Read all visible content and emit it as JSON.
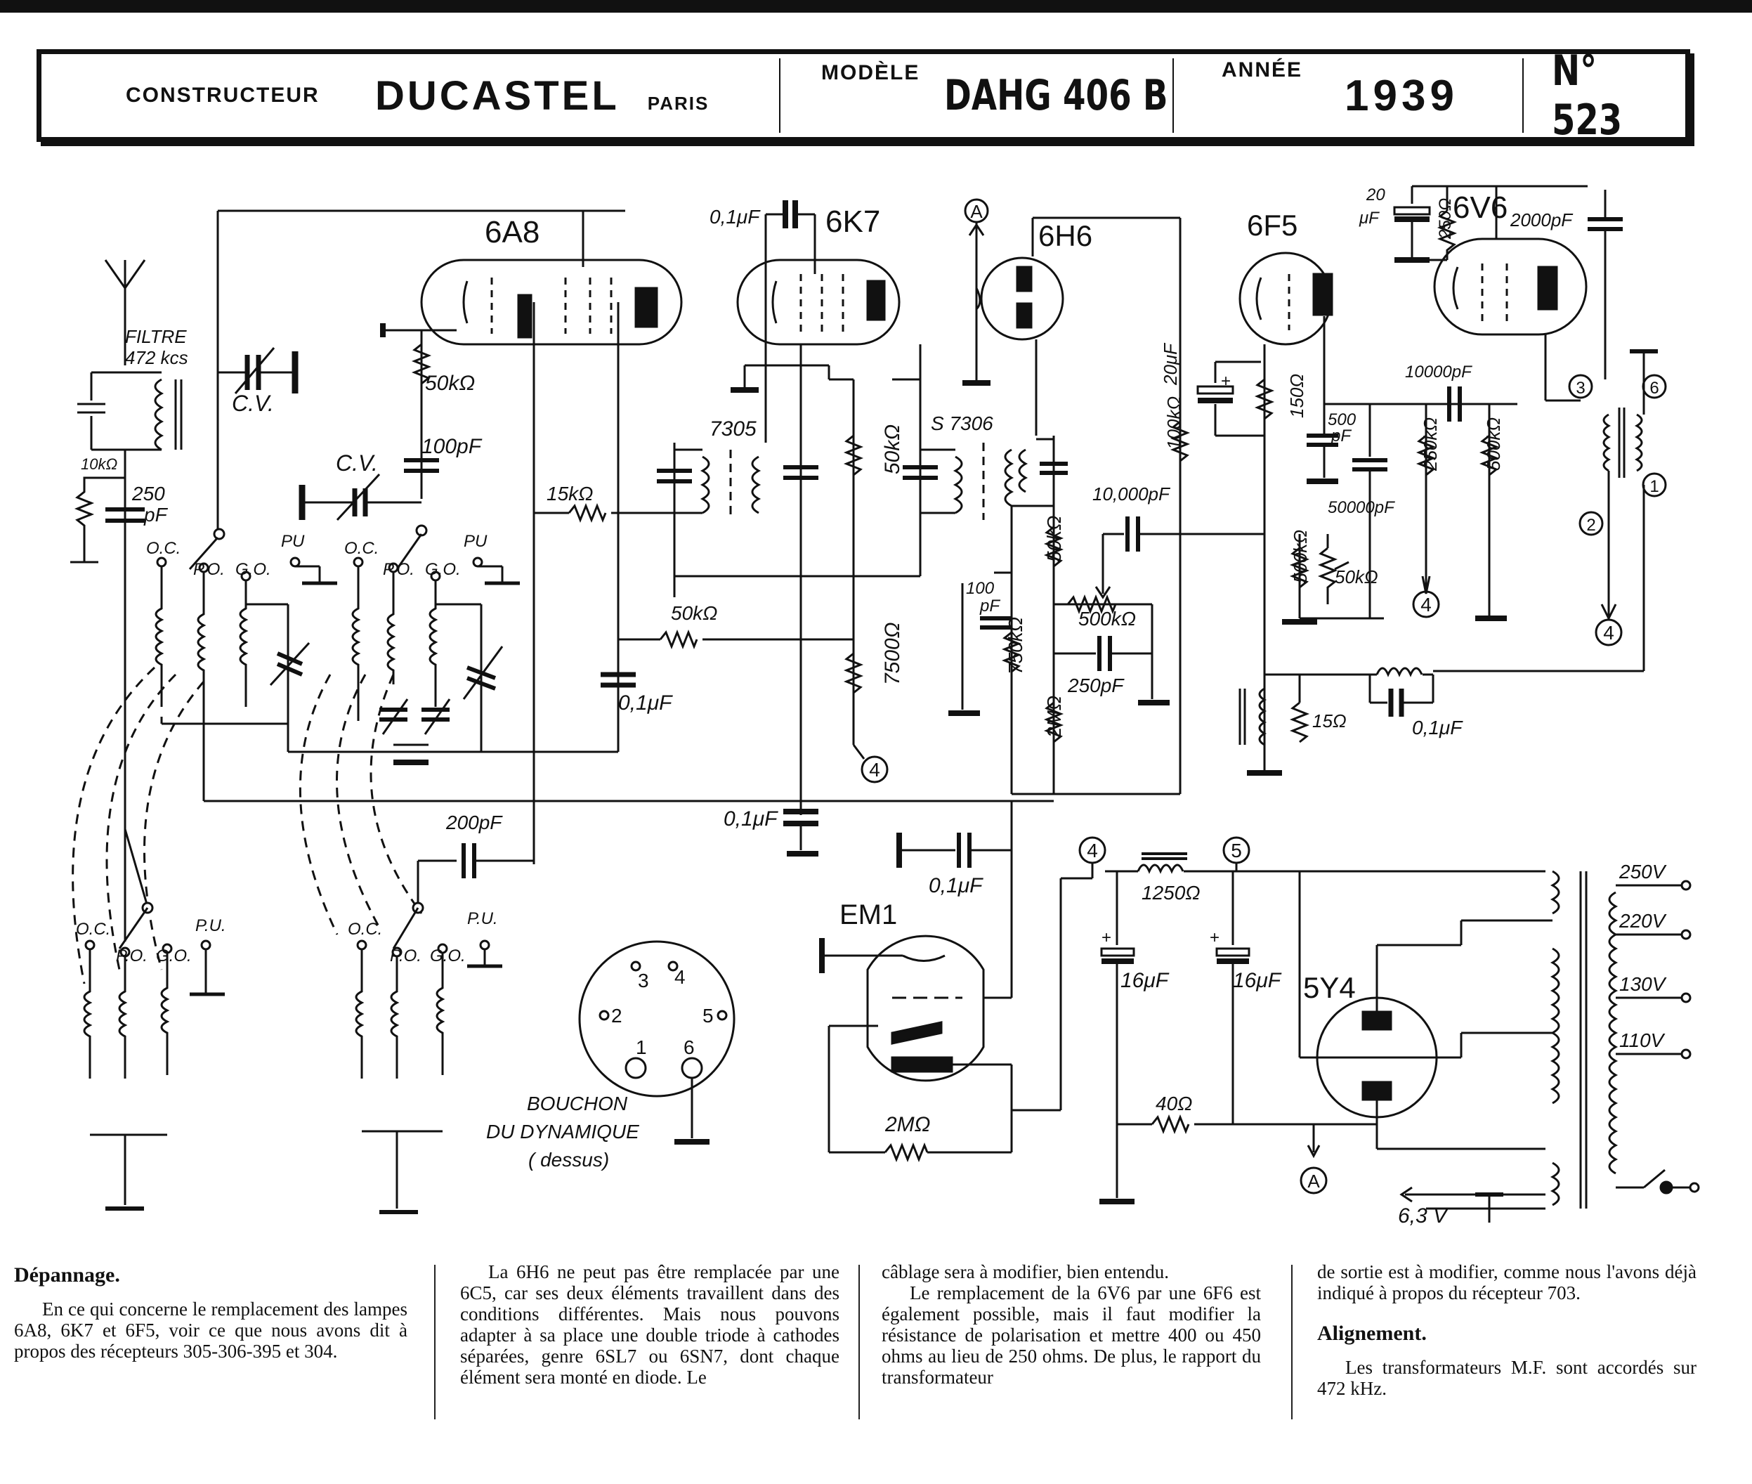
{
  "header": {
    "constructeur_label": "CONSTRUCTEUR",
    "constructeur_value": "DUCASTEL",
    "city": "PARIS",
    "modele_label": "MODÈLE",
    "modele_value": "DAHG 406 B",
    "annee_label": "ANNÉE",
    "annee_value": "1939",
    "numero": "N° 523"
  },
  "schematic": {
    "tubes": {
      "t6a8": "6A8",
      "t6k7": "6K7",
      "t6h6": "6H6",
      "t6f5": "6F5",
      "t6v6": "6V6",
      "em1": "EM1",
      "t5y4": "5Y4"
    },
    "labels": {
      "filtre": "FILTRE",
      "filtre_freq": "472 kcs",
      "cv1": "C.V.",
      "cv2": "C.V.",
      "r10k": "10kΩ",
      "c250": "250",
      "c250b": "pF",
      "r50k_a": "50kΩ",
      "c100": "100pF",
      "r15k": "15kΩ",
      "r50k_b": "50kΩ",
      "c01_a": "0,1μF",
      "c01_top": "0,1μF",
      "tr7305": "7305",
      "r50k_c": "50kΩ",
      "r7500": "7500Ω",
      "s7306": "S 7306",
      "c100b": "100",
      "c100b2": "pF",
      "r750k": "750kΩ",
      "r50k_d": "50kΩ",
      "r2m_a": "2MΩ",
      "c10000": "10,000pF",
      "r500k_a": "500kΩ",
      "c250pf": "250pF",
      "c20uf": "20μF",
      "r100k": "100kΩ",
      "r150": "150Ω",
      "c500": "500",
      "c500b": "pF",
      "c50000": "50000pF",
      "r500k_b": "500kΩ",
      "r50k_e": "50kΩ",
      "c10000b": "10000pF",
      "r250k": "250kΩ",
      "r500k_c": "500kΩ",
      "c20uf_b": "20",
      "c20uf_b2": "μF",
      "r250": "250Ω",
      "c2000": "2000pF",
      "r15": "15Ω",
      "c01_b": "0,1μF",
      "c200": "200pF",
      "c01_c": "0,1μF",
      "c01_d": "0,1μF",
      "r1250": "1250Ω",
      "c16a": "16μF",
      "c16b": "16μF",
      "r40": "40Ω",
      "r2m_b": "2MΩ",
      "v250": "250V",
      "v220": "220V",
      "v130": "130V",
      "v110": "110V",
      "v63": "6,3 V",
      "pu": "PU",
      "oc": "O.C.",
      "po": "P.O.",
      "go": "G.O.",
      "pu2": "P.U.",
      "bouchon1": "BOUCHON",
      "bouchon2": "DU DYNAMIQUE",
      "bouchon3": "( dessus)",
      "n1": "1",
      "n2": "2",
      "n3": "3",
      "n4": "4",
      "n5": "5",
      "n6": "6",
      "nA": "A"
    }
  },
  "text": {
    "col1_title": "Dépannage.",
    "col1_body": "En ce qui concerne le remplacement des lampes 6A8, 6K7 et 6F5, voir ce que nous avons dit à propos des récepteurs 305-306-395 et 304.",
    "col2_body": "La 6H6 ne peut pas être remplacée par une 6C5, car ses deux éléments travaillent dans des conditions différentes. Mais nous pouvons adapter à sa place une double triode à cathodes séparées, genre 6SL7 ou 6SN7, dont chaque élément sera monté en diode. Le",
    "col3_body1": "câblage sera à modifier, bien entendu.",
    "col3_body2": "Le remplacement de la 6V6 par une 6F6 est également possible, mais il faut modifier la résistance de polarisation et mettre 400 ou 450 ohms au lieu de 250 ohms. De plus, le rapport du transformateur",
    "col4_body": "de sortie est à modifier, comme nous l'avons déjà indiqué à propos du récepteur 703.",
    "col4_title": "Alignement.",
    "col4_body2": "Les transformateurs M.F. sont accordés sur 472 kHz."
  }
}
